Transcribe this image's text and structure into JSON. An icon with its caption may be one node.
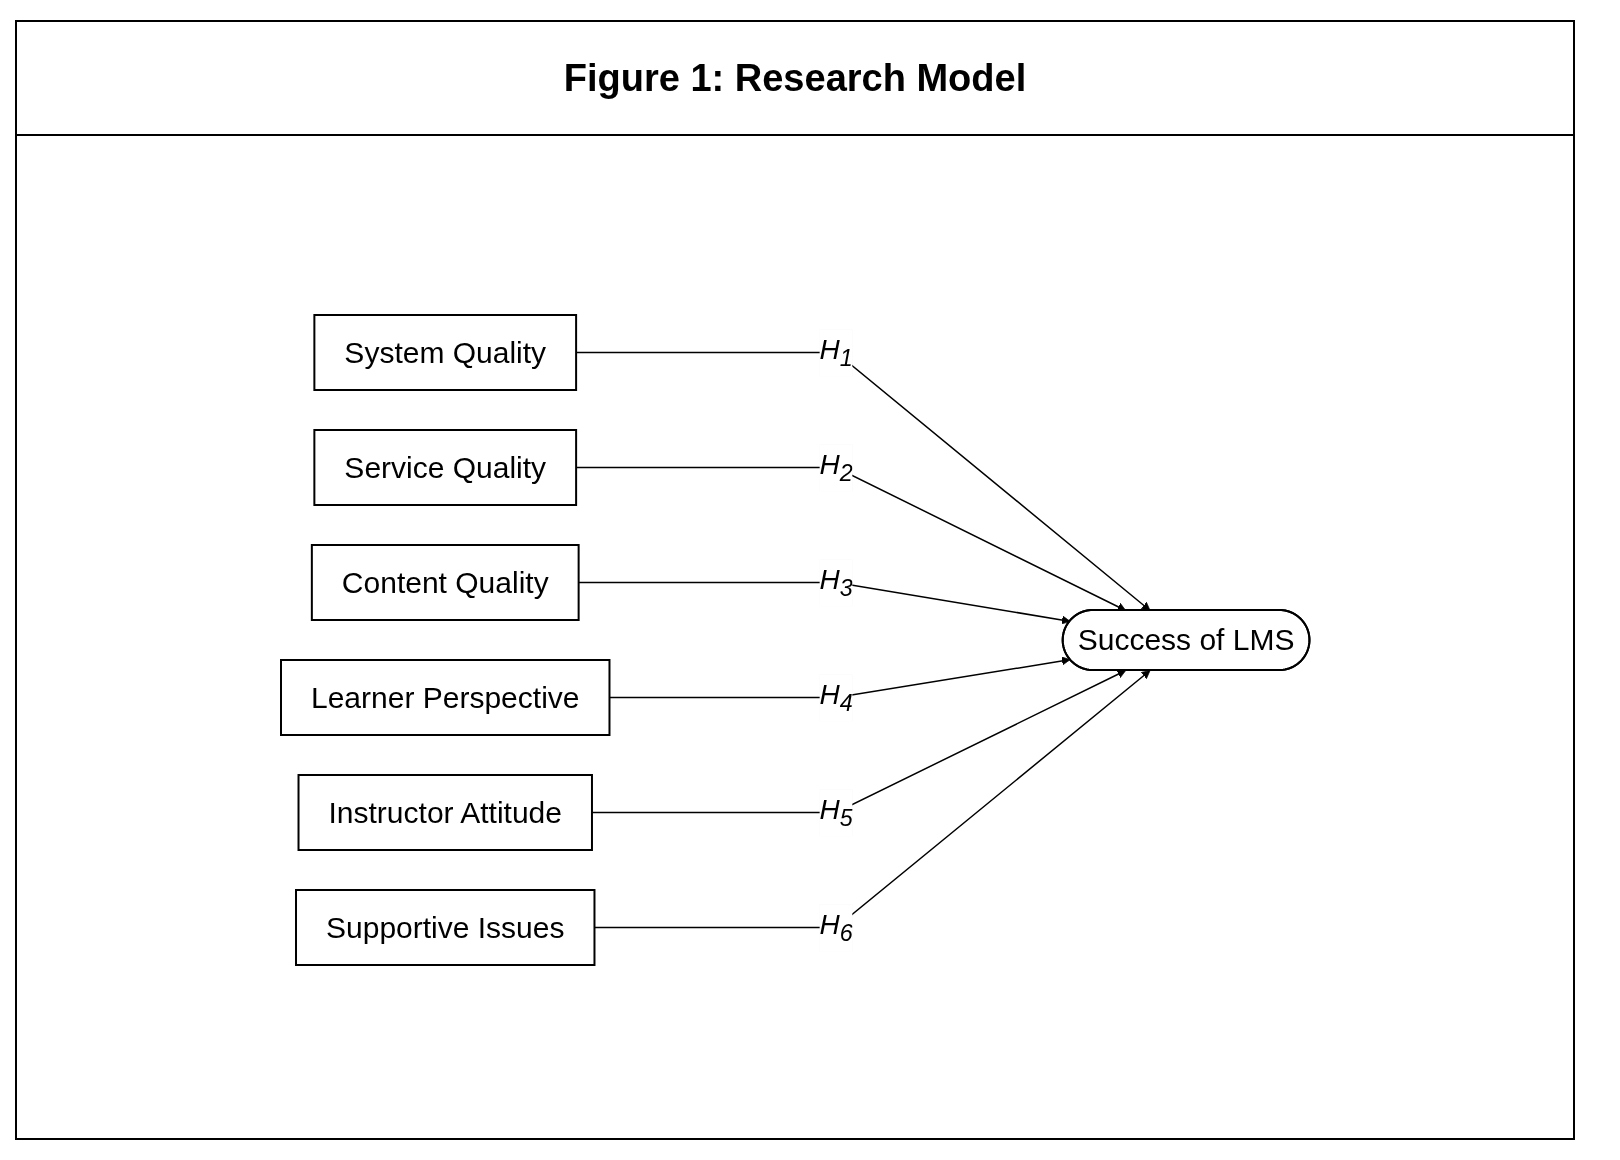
{
  "diagram": {
    "title": "Figure 1: Research Model",
    "nodes": [
      {
        "text": [
          "System Quality"
        ]
      },
      {
        "text": [
          "Service Quality"
        ]
      },
      {
        "text": [
          "Content Quality"
        ]
      },
      {
        "text": [
          "Learner Perspective"
        ]
      },
      {
        "text": [
          "Instructor Attitude"
        ]
      },
      {
        "text": [
          "Supportive Issues"
        ]
      },
      {
        "text": [
          "Success of LMS"
        ]
      }
    ],
    "edges": [
      {
        "from": 0,
        "to": 6,
        "arrow": "to",
        "label": "H$_{1}$"
      },
      {
        "from": 1,
        "to": 6,
        "arrow": "to",
        "label": "H$_{2}$"
      },
      {
        "from": 2,
        "to": 6,
        "arrow": "to",
        "label": "H$_{3}$"
      },
      {
        "from": 3,
        "to": 6,
        "arrow": "to",
        "label": "H$_{4}$"
      },
      {
        "from": 4,
        "to": 6,
        "arrow": "to",
        "label": "H$_{5}$"
      },
      {
        "from": 5,
        "to": 6,
        "arrow": "to",
        "label": "H$_{6}$"
      }
    ]
  }
}
